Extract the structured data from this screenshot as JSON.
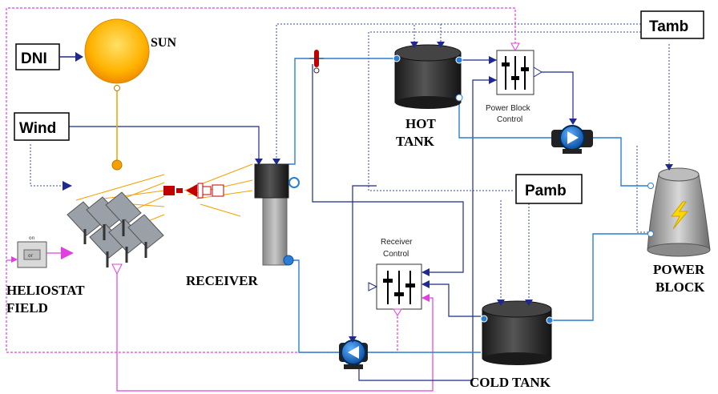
{
  "inputs": {
    "dni": "DNI",
    "wind": "Wind",
    "tamb": "Tamb",
    "pamb": "Pamb"
  },
  "components": {
    "sun": "SUN",
    "heliostat_field_line1": "HELIOSTAT",
    "heliostat_field_line2": "FIELD",
    "receiver": "RECEIVER",
    "hot_tank_line1": "HOT",
    "hot_tank_line2": "TANK",
    "cold_tank": "COLD TANK",
    "power_block_line1": "POWER",
    "power_block_line2": "BLOCK",
    "power_block_control_line1": "Power Block",
    "power_block_control_line2": "Control",
    "receiver_control_line1": "Receiver",
    "receiver_control_line2": "Control",
    "or_block": "or",
    "or_block_tag": "on"
  },
  "colors": {
    "fluid_line": "#2a7fd4",
    "signal_line": "#1f2a8a",
    "control_line": "#e040e0",
    "sun": "#f5a000",
    "tank": "#2a2a2a"
  }
}
